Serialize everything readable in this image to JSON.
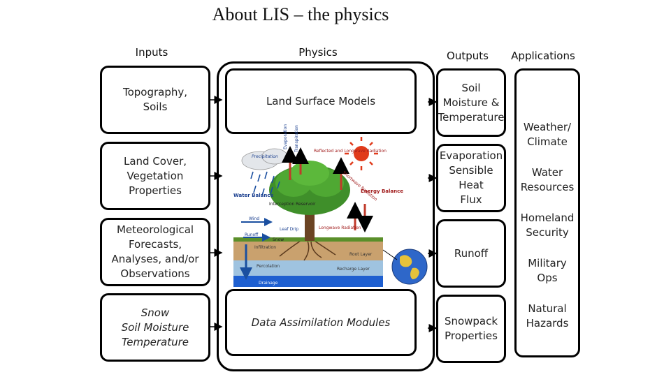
{
  "title": "About LIS  –  the physics",
  "headers": {
    "inputs": "Inputs",
    "physics": "Physics",
    "outputs": "Outputs",
    "applications": "Applications"
  },
  "inputs": [
    "Topography,\nSoils",
    "Land Cover,\nVegetation\nProperties",
    "Meteorological\nForecasts,\nAnalyses, and/or\nObservations",
    "Snow\nSoil Moisture\nTemperature"
  ],
  "physics": {
    "lsm": "Land Surface Models",
    "da": "Data Assimilation Modules"
  },
  "outputs": [
    "Soil\nMoisture &\nTemperature",
    "Evaporation\nSensible Heat\nFlux",
    "Runoff",
    "Snowpack\nProperties"
  ],
  "applications": [
    "Weather/\nClimate",
    "Water\nResources",
    "Homeland\nSecurity",
    "Military\nOps",
    "Natural\nHazards"
  ],
  "illustration": {
    "precipitation": "Precipitation",
    "evaporation": "Evaporation",
    "transpiration": "Transpiration",
    "reflected_radiation": "Reflected and\nLongwave\nRadiation",
    "shortwave_radiation": "Shortwave\nRadiation",
    "water_balance": "Water\nBalance",
    "energy_balance": "Energy\nBalance",
    "interception": "Interception Reservoir",
    "wind": "Wind",
    "runoff": "Runoff",
    "leaf_drip": "Leaf Drip",
    "snow": "Snow",
    "longwave_radiation": "Longwave\nRadiation",
    "infiltration": "Infiltration",
    "root_layer": "Root Layer",
    "percolation": "Percolation",
    "recharge_layer": "Recharge Layer",
    "drainage": "Drainage"
  }
}
